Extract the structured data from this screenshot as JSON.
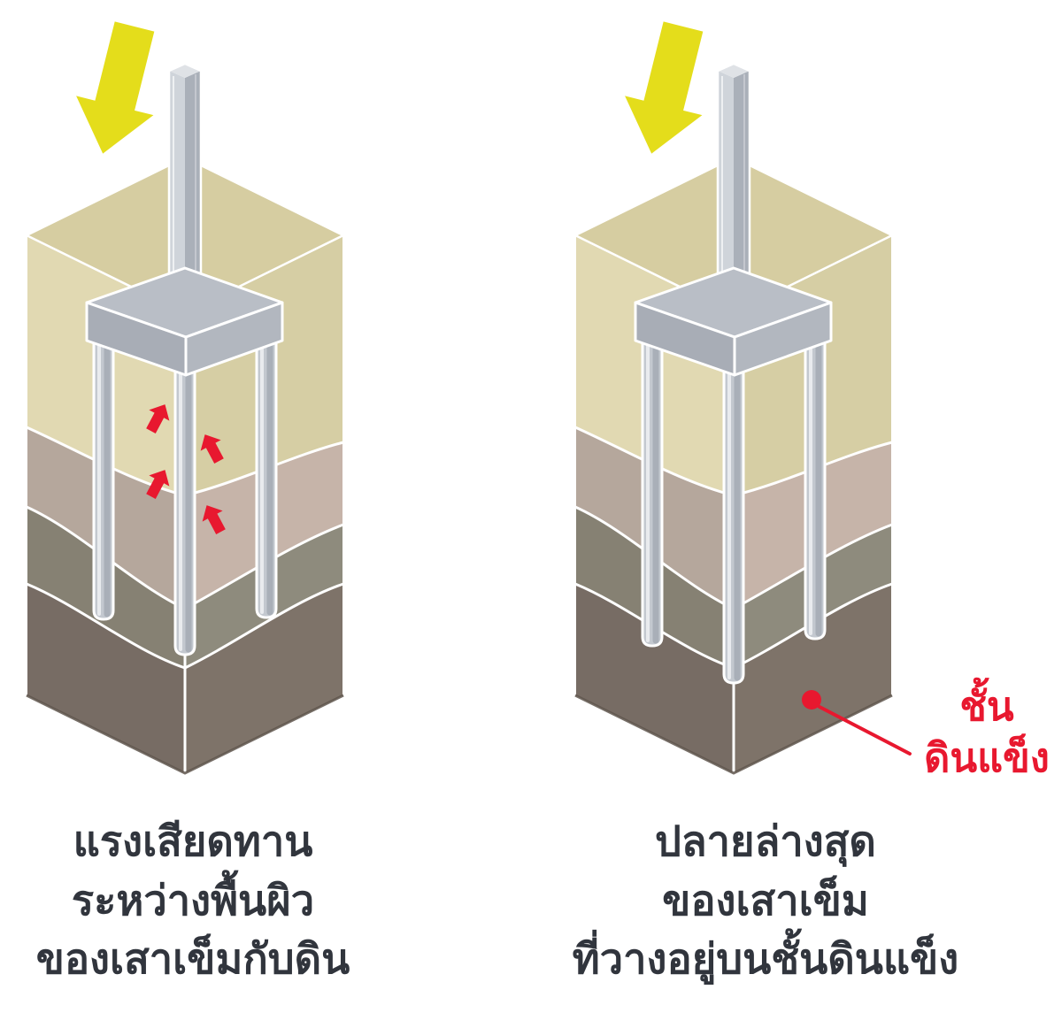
{
  "figures": [
    {
      "name": "friction-pile",
      "caption_lines": [
        "แรงเสียดทาน",
        "ระหว่างพื้นผิว",
        "ของเสาเข็มกับดิน"
      ]
    },
    {
      "name": "end-bearing-pile",
      "caption_lines": [
        "ปลายล่างสุด",
        "ของเสาเข็ม",
        "ที่วางอยู่บนชั้นดินแข็ง"
      ],
      "annotation": {
        "line1": "ชั้น",
        "line2": "ดินแข็ง"
      }
    }
  ],
  "colors": {
    "background": "#ffffff",
    "load_arrow": "#e4dd1b",
    "friction_arrow": "#e8182f",
    "annotation": "#e8182f",
    "caption_text": "#31353d",
    "soil_top": "#d6cda1",
    "soil1_left": "#e1d9b2",
    "soil1_right": "#d6cea4",
    "soil2_left": "#b5a79c",
    "soil2_right": "#c6b4a9",
    "soil3_left": "#868173",
    "soil3_right": "#8e8b7d",
    "soil4_left": "#776c64",
    "soil4_right": "#7e7369",
    "cap_top": "#b9bec6",
    "cap_left": "#a8adb6",
    "cap_right": "#b2b7bf",
    "pile_gray": "#c3c8cf",
    "column_top": "#dfe2e6",
    "column_left": "#cfd4da",
    "column_right": "#aab0b9"
  }
}
